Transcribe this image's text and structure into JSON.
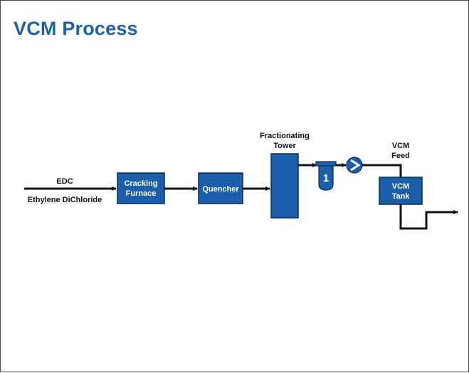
{
  "title": "VCM Process",
  "labels": {
    "edc": "EDC",
    "edc_name": "Ethylene DiChloride",
    "cracking_line1": "Cracking",
    "cracking_line2": "Furnace",
    "quencher": "Quencher",
    "tower_line1": "Fractionating",
    "tower_line2": "Tower",
    "filter_number": "1",
    "vcm_feed_line1": "VCM",
    "vcm_feed_line2": "Feed",
    "vcm_tank_line1": "VCM",
    "vcm_tank_line2": "Tank"
  },
  "colors": {
    "block_fill": "#1b5faa",
    "block_stroke": "#0b2c55",
    "title": "#1f5fa8",
    "line": "#111111"
  },
  "icons": {
    "pump": "pump-icon",
    "filter": "filter-vessel-icon"
  }
}
